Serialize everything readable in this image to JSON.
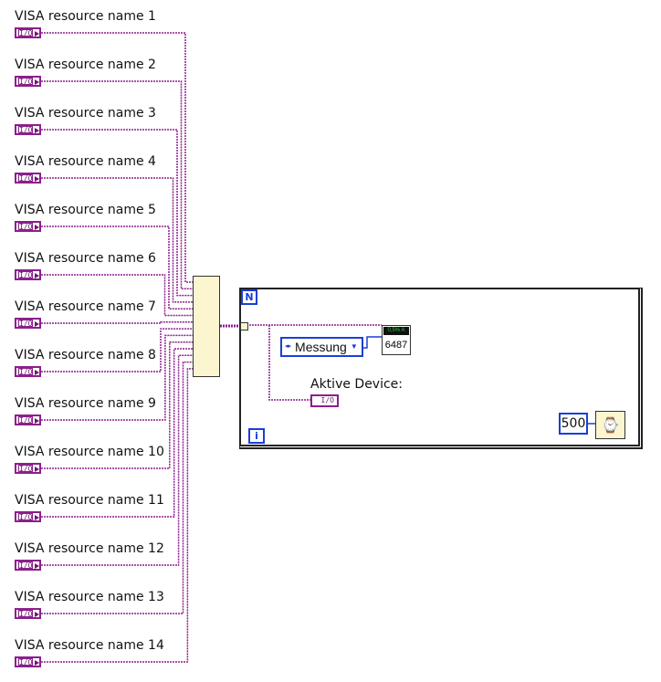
{
  "controls": [
    "VISA resource name 1",
    "VISA resource name 2",
    "VISA resource name 3",
    "VISA resource name 4",
    "VISA resource name 5",
    "VISA resource name 6",
    "VISA resource name 7",
    "VISA resource name 8",
    "VISA resource name 9",
    "VISA resource name 10",
    "VISA resource name 11",
    "VISA resource name 12",
    "VISA resource name 13",
    "VISA resource name 14"
  ],
  "terminal_text": "I/O",
  "loop": {
    "count_label": "N",
    "iteration_label": "i"
  },
  "enum": {
    "value": "Messung"
  },
  "subvi": {
    "top": "0,5% A",
    "bottom": "6487"
  },
  "indicator": {
    "label": "Aktive Device:",
    "text": "I/O"
  },
  "wait": {
    "constant": "500",
    "icon": "wait-ms-icon"
  },
  "colors": {
    "visa_wire": "#8c1f8c",
    "enum_wire": "#1a3fd6"
  }
}
